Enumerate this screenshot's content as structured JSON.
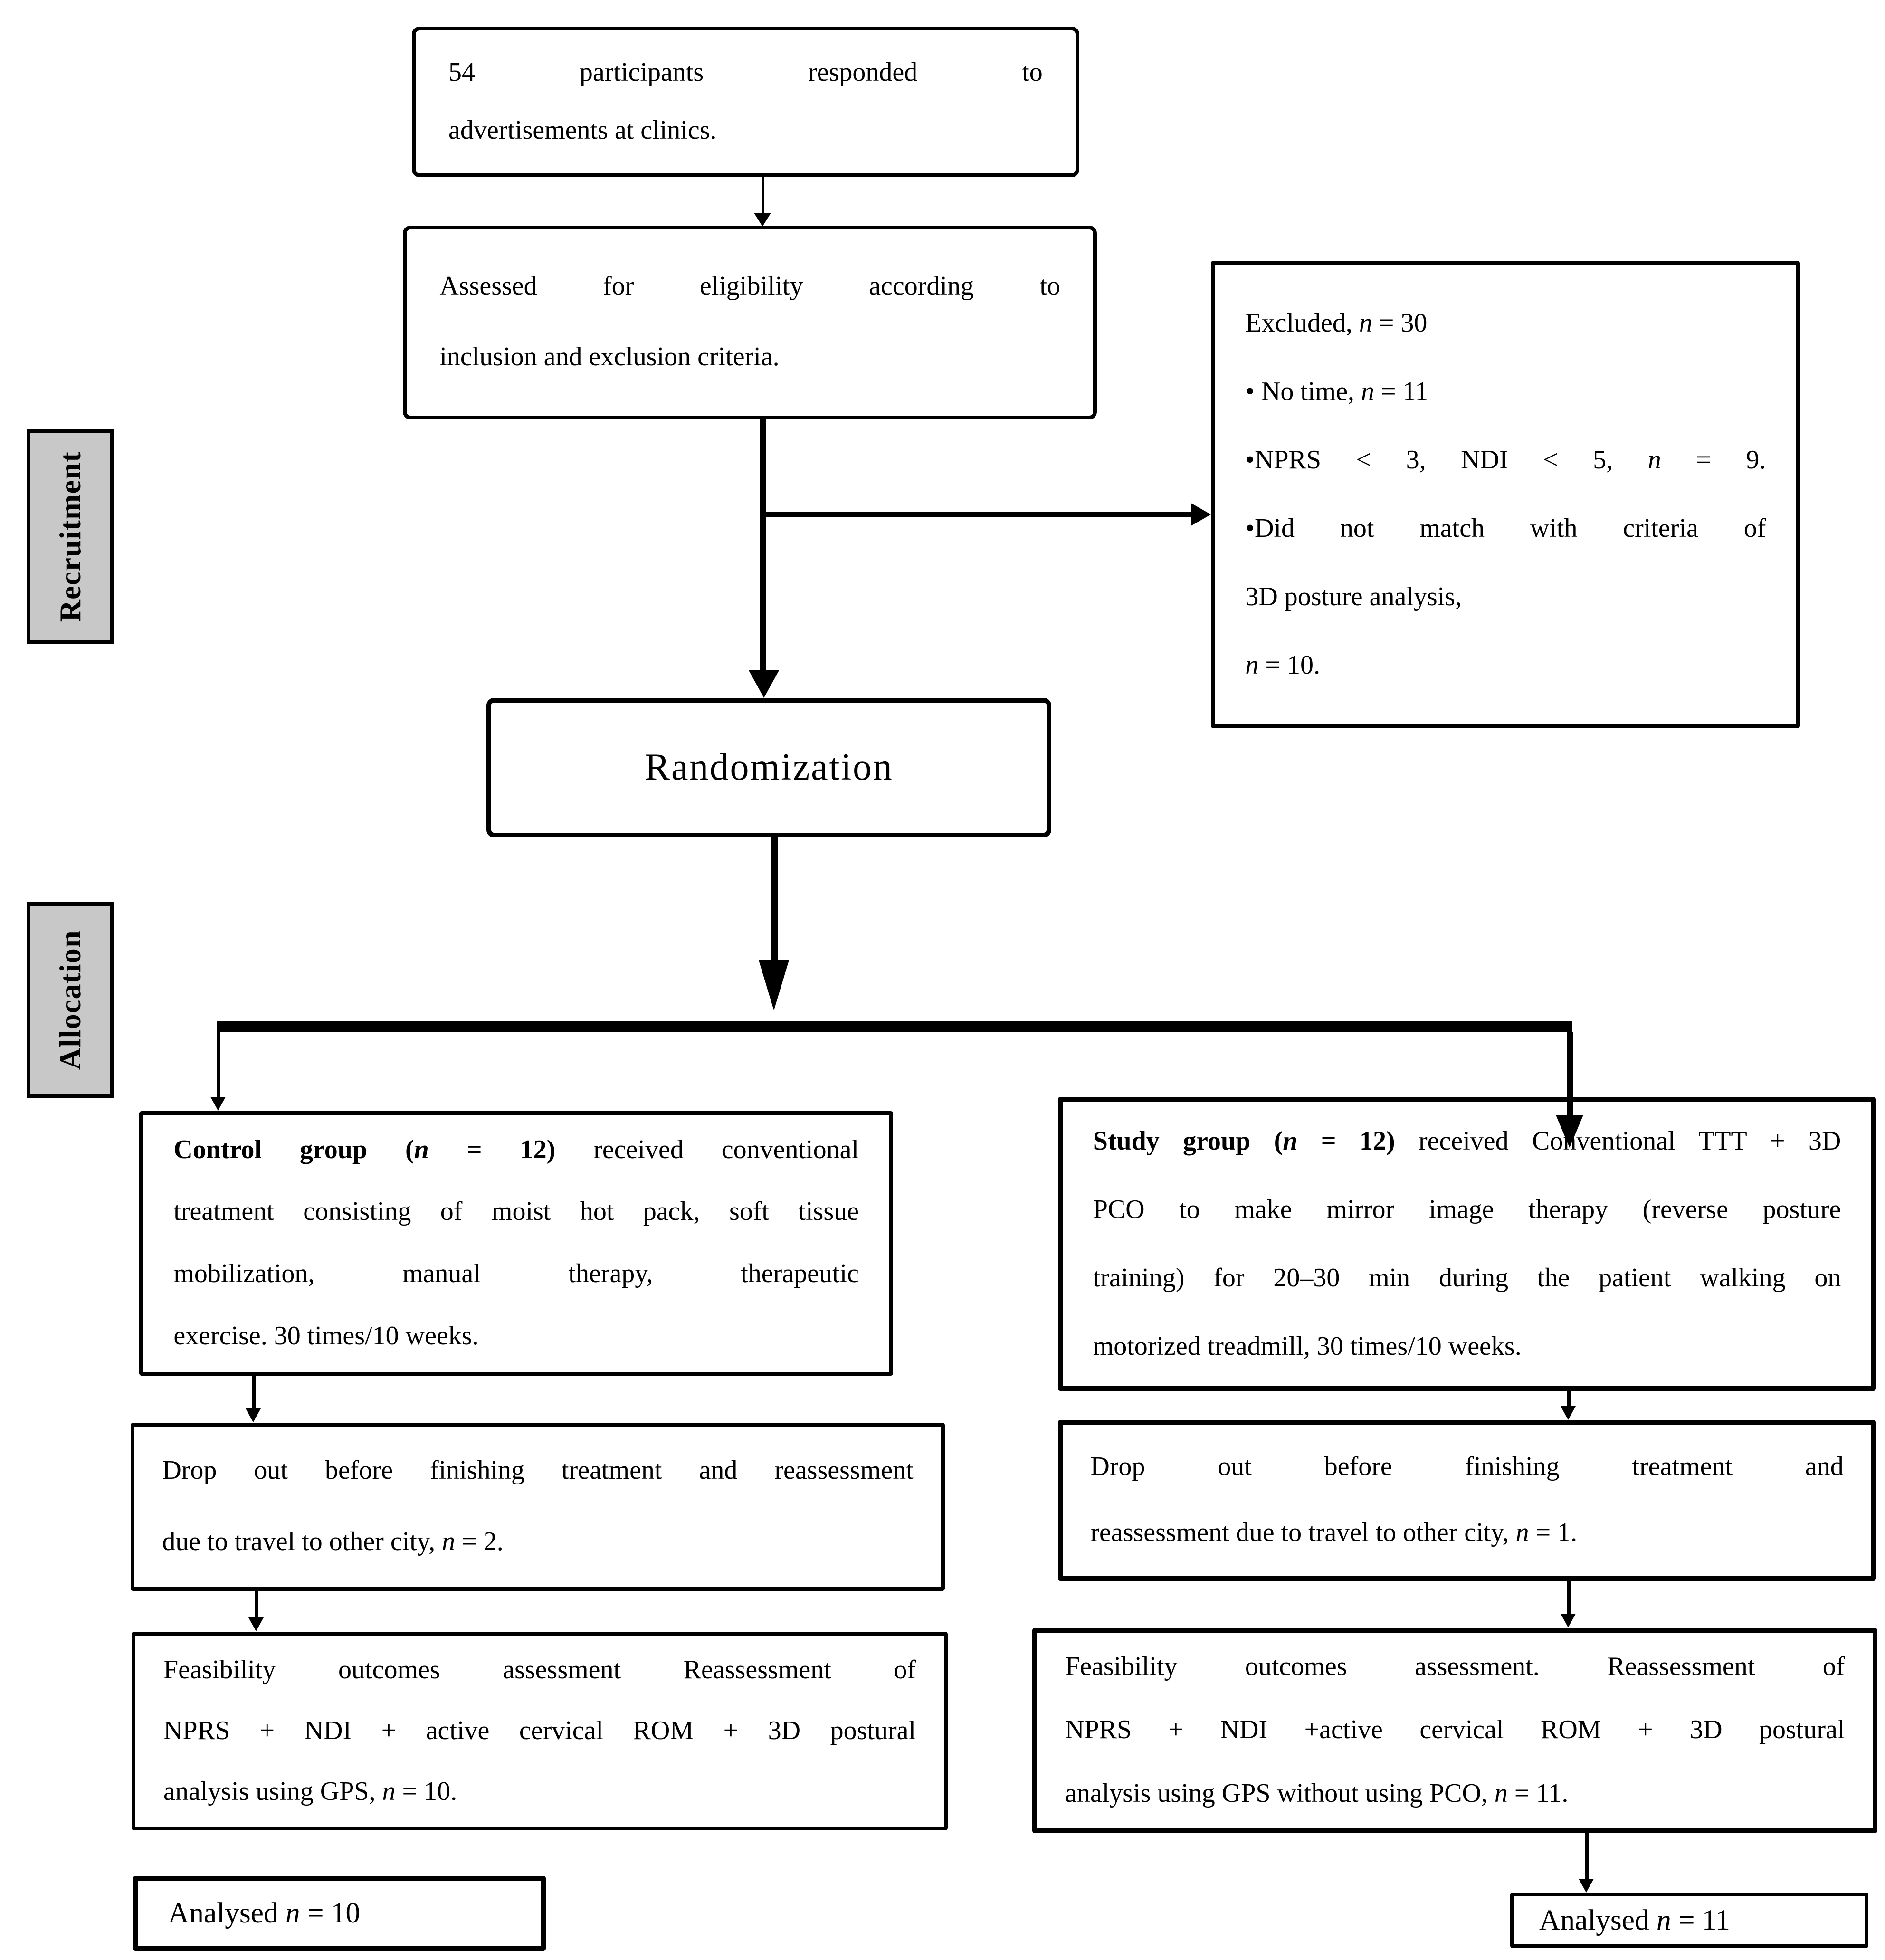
{
  "stages": {
    "recruitment": "Recruitment",
    "allocation": "Allocation"
  },
  "randomization": {
    "text": "Randomization"
  },
  "boxes": {
    "responded": {
      "lines": [
        {
          "a": "stretch",
          "s": [
            {
              "t": "54 participants responded to"
            }
          ]
        },
        {
          "a": "left",
          "s": [
            {
              "t": "advertisements at clinics."
            }
          ]
        }
      ]
    },
    "assessed": {
      "lines": [
        {
          "a": "stretch",
          "s": [
            {
              "t": "Assessed for eligibility according to"
            }
          ]
        },
        {
          "a": "left",
          "s": [
            {
              "t": "inclusion and exclusion criteria."
            }
          ]
        }
      ]
    },
    "excluded": {
      "lines": [
        {
          "a": "left",
          "s": [
            {
              "t": "Excluded, "
            },
            {
              "t": "n",
              "i": true
            },
            {
              "t": " = 30"
            }
          ]
        },
        {
          "a": "left",
          "s": [
            {
              "t": "• No time, "
            },
            {
              "t": "n",
              "i": true
            },
            {
              "t": " = 11"
            }
          ]
        },
        {
          "a": "stretch",
          "s": [
            {
              "t": "•NPRS < 3, NDI < 5, "
            },
            {
              "t": "n",
              "i": true
            },
            {
              "t": " = 9."
            }
          ]
        },
        {
          "a": "stretch",
          "s": [
            {
              "t": "•Did not match with criteria of"
            }
          ]
        },
        {
          "a": "left",
          "s": [
            {
              "t": "3D posture analysis,"
            }
          ]
        },
        {
          "a": "left",
          "s": [
            {
              "t": "n",
              "i": true
            },
            {
              "t": " = 10."
            }
          ]
        }
      ]
    },
    "control": {
      "lines": [
        {
          "a": "stretch",
          "s": [
            {
              "t": "Control group (",
              "b": true
            },
            {
              "t": "n",
              "b": true,
              "i": true
            },
            {
              "t": " = 12)",
              "b": true
            },
            {
              "t": " received conventional"
            }
          ]
        },
        {
          "a": "stretch",
          "s": [
            {
              "t": "treatment consisting of moist hot pack, soft tissue"
            }
          ]
        },
        {
          "a": "stretch",
          "s": [
            {
              "t": "mobilization, manual therapy, therapeutic"
            }
          ]
        },
        {
          "a": "left",
          "s": [
            {
              "t": "exercise. 30 times/10 weeks."
            }
          ]
        }
      ]
    },
    "study": {
      "lines": [
        {
          "a": "stretch",
          "s": [
            {
              "t": "Study group (",
              "b": true
            },
            {
              "t": "n",
              "b": true,
              "i": true
            },
            {
              "t": " = 12)",
              "b": true
            },
            {
              "t": " received Conventional TTT + 3D"
            }
          ]
        },
        {
          "a": "stretch",
          "s": [
            {
              "t": "PCO to make mirror image therapy (reverse posture"
            }
          ]
        },
        {
          "a": "stretch",
          "s": [
            {
              "t": "training) for 20–30 min during the patient walking on"
            }
          ]
        },
        {
          "a": "left",
          "s": [
            {
              "t": "motorized treadmill, 30 times/10 weeks."
            }
          ]
        }
      ]
    },
    "dropout_control": {
      "lines": [
        {
          "a": "stretch",
          "s": [
            {
              "t": "Drop out before finishing treatment and reassessment"
            }
          ]
        },
        {
          "a": "left",
          "s": [
            {
              "t": "due to travel to other city, "
            },
            {
              "t": "n",
              "i": true
            },
            {
              "t": " = 2."
            }
          ]
        }
      ]
    },
    "dropout_study": {
      "lines": [
        {
          "a": "stretch",
          "s": [
            {
              "t": "Drop out before finishing treatment and"
            }
          ]
        },
        {
          "a": "left",
          "s": [
            {
              "t": "reassessment due to travel to other city, "
            },
            {
              "t": "n",
              "i": true
            },
            {
              "t": " = 1."
            }
          ]
        }
      ]
    },
    "feasibility_control": {
      "lines": [
        {
          "a": "stretch",
          "s": [
            {
              "t": "Feasibility outcomes assessment Reassessment of"
            }
          ]
        },
        {
          "a": "stretch",
          "s": [
            {
              "t": "NPRS + NDI + active cervical ROM + 3D postural"
            }
          ]
        },
        {
          "a": "left",
          "s": [
            {
              "t": "analysis using GPS, "
            },
            {
              "t": "n",
              "i": true
            },
            {
              "t": " = 10."
            }
          ]
        }
      ]
    },
    "feasibility_study": {
      "lines": [
        {
          "a": "stretch",
          "s": [
            {
              "t": "Feasibility outcomes assessment. Reassessment of"
            }
          ]
        },
        {
          "a": "stretch",
          "s": [
            {
              "t": "NPRS + NDI +active cervical ROM + 3D postural"
            }
          ]
        },
        {
          "a": "left",
          "s": [
            {
              "t": "analysis using GPS without using PCO, "
            },
            {
              "t": "n",
              "i": true
            },
            {
              "t": " = 11."
            }
          ]
        }
      ]
    },
    "analysed_control": {
      "lines": [
        {
          "a": "left",
          "s": [
            {
              "t": "Analysed "
            },
            {
              "t": "n",
              "i": true
            },
            {
              "t": " = 10"
            }
          ]
        }
      ]
    },
    "analysed_study": {
      "lines": [
        {
          "a": "left",
          "s": [
            {
              "t": "Analysed "
            },
            {
              "t": "n",
              "i": true
            },
            {
              "t": " = 11"
            }
          ]
        }
      ]
    }
  },
  "colors": {
    "box_border": "#000000",
    "stage_label_bg": "#c8c8c8",
    "background": "#ffffff",
    "text": "#000000"
  }
}
